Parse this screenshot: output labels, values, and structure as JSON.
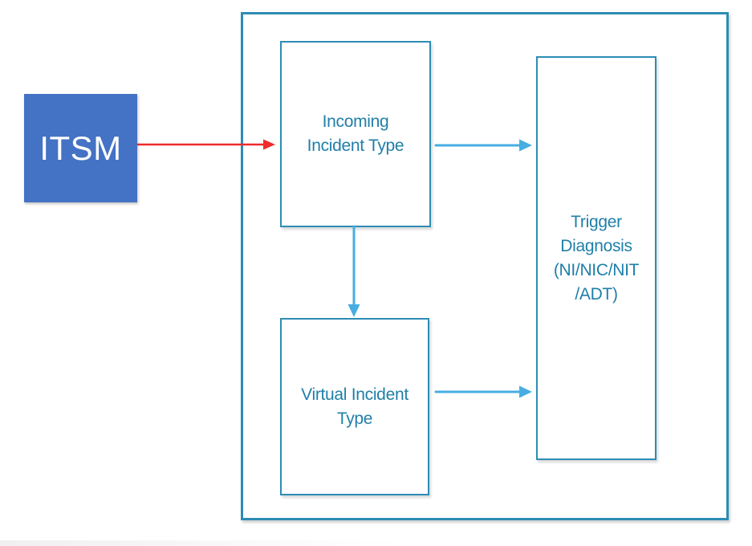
{
  "diagram": {
    "nodes": {
      "itsm": {
        "label": "ITSM"
      },
      "incoming": {
        "label": "Incoming Incident Type",
        "lines": [
          "Incoming",
          "Incident Type"
        ]
      },
      "virtual": {
        "label": "Virtual Incident Type",
        "lines": [
          "Virtual Incident",
          "Type"
        ]
      },
      "trigger": {
        "label": "Trigger Diagnosis (NI/NIC/NIT /ADT)",
        "lines": [
          "Trigger",
          "Diagnosis",
          "(NI/NIC/NIT",
          "/ADT)"
        ]
      }
    },
    "edges": [
      {
        "id": "itsm-to-incoming",
        "from": "ITSM",
        "to": "Incoming Incident Type",
        "color": "#ee2c2c",
        "direction": "right"
      },
      {
        "id": "incoming-to-trigger",
        "from": "Incoming Incident Type",
        "to": "Trigger Diagnosis (NI/NIC/NIT /ADT)",
        "color": "#47ade2",
        "direction": "right"
      },
      {
        "id": "incoming-to-virtual",
        "from": "Incoming Incident Type",
        "to": "Virtual Incident Type",
        "color": "#47ade2",
        "direction": "down"
      },
      {
        "id": "virtual-to-trigger",
        "from": "Virtual Incident Type",
        "to": "Trigger Diagnosis (NI/NIC/NIT /ADT)",
        "color": "#47ade2",
        "direction": "right"
      }
    ],
    "colors": {
      "node_fill": "#4472c4",
      "node_text": "#ffffff",
      "box_border": "#2d8cb4",
      "box_text": "#1f7fa9",
      "arrow_blue": "#47ade2",
      "arrow_red": "#ee2c2c",
      "background": "#ffffff"
    }
  }
}
